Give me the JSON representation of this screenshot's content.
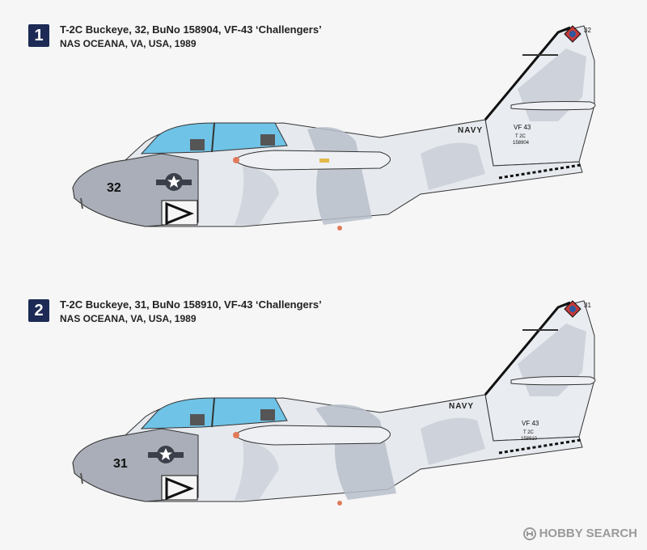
{
  "profiles": [
    {
      "number": "1",
      "title": "T-2C Buckeye, 32, BuNo 158904, VF-43 ‘Challengers’",
      "subtitle": "NAS OCEANA, VA, USA, 1989",
      "nose_number": "32",
      "tail_number": "32",
      "tail_text": [
        "VF 43",
        "T 2C",
        "158904"
      ],
      "fuselage_text": "NAVY"
    },
    {
      "number": "2",
      "title": "T-2C Buckeye, 31, BuNo 158910, VF-43 ‘Challengers’",
      "subtitle": "NAS OCEANA, VA, USA, 1989",
      "nose_number": "31",
      "tail_number": "31",
      "tail_text": [
        "VF 43",
        "T 2C",
        "158910"
      ],
      "fuselage_text": "NAVY"
    }
  ],
  "watermark": "HOBBY SEARCH",
  "colors": {
    "badge": "#1c2a55",
    "camo_light": "#e6e9ee",
    "camo_dark": "#b8bfca",
    "nose_grey": "#a9aeb8",
    "canopy": "#6fc3e6"
  }
}
